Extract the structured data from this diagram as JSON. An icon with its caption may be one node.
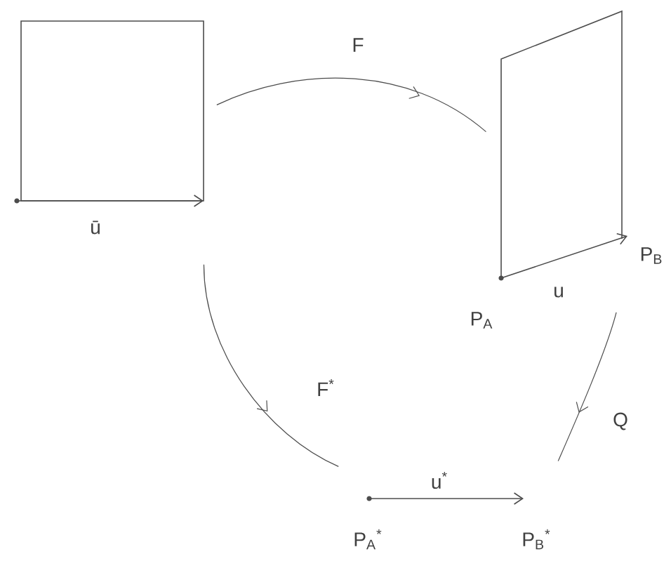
{
  "diagram": {
    "nodes": [
      {
        "text": [],
        "shape": "box",
        "beside": [
          "ū"
        ]
      },
      {
        "text": [],
        "shape": "parallelogram",
        "beside": [
          "u",
          "P$_{A}$",
          "P$_{B}$"
        ]
      },
      {
        "text": [],
        "shape": "line",
        "beside": [
          "u$^{*}$",
          "P$_{A}$$^{*}$",
          "P$_{B}$$^{*}$"
        ]
      }
    ],
    "edges": [
      {
        "from": 0,
        "to": 1,
        "arrow": "to",
        "label": "F"
      },
      {
        "from": 1,
        "to": 2,
        "arrow": "to",
        "label": "Q"
      },
      {
        "from": 0,
        "to": 2,
        "arrow": "to",
        "label": "F$^{*}$"
      }
    ]
  }
}
